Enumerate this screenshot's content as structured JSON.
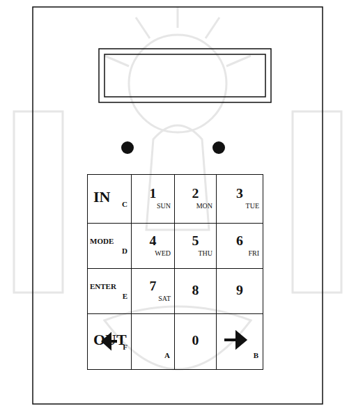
{
  "diagram": {
    "nodes": [
      {
        "text": [
          "IN",
          "C"
        ]
      },
      {
        "text": [
          "1",
          "SUN"
        ]
      },
      {
        "text": [
          "2",
          "MON"
        ]
      },
      {
        "text": [
          "3",
          "TUE"
        ]
      },
      {
        "text": [
          "MODE",
          "D"
        ]
      },
      {
        "text": [
          "4",
          "WED"
        ]
      },
      {
        "text": [
          "5",
          "THU"
        ]
      },
      {
        "text": [
          "6",
          "FRI"
        ]
      },
      {
        "text": [
          "ENTER",
          "E"
        ]
      },
      {
        "text": [
          "7",
          "SAT"
        ]
      },
      {
        "text": [
          "8"
        ]
      },
      {
        "text": [
          "9"
        ]
      },
      {
        "text": [
          "OUT",
          "F"
        ]
      },
      {
        "text": [
          "A"
        ]
      },
      {
        "text": [
          "0"
        ]
      },
      {
        "text": [
          "B"
        ]
      }
    ]
  }
}
